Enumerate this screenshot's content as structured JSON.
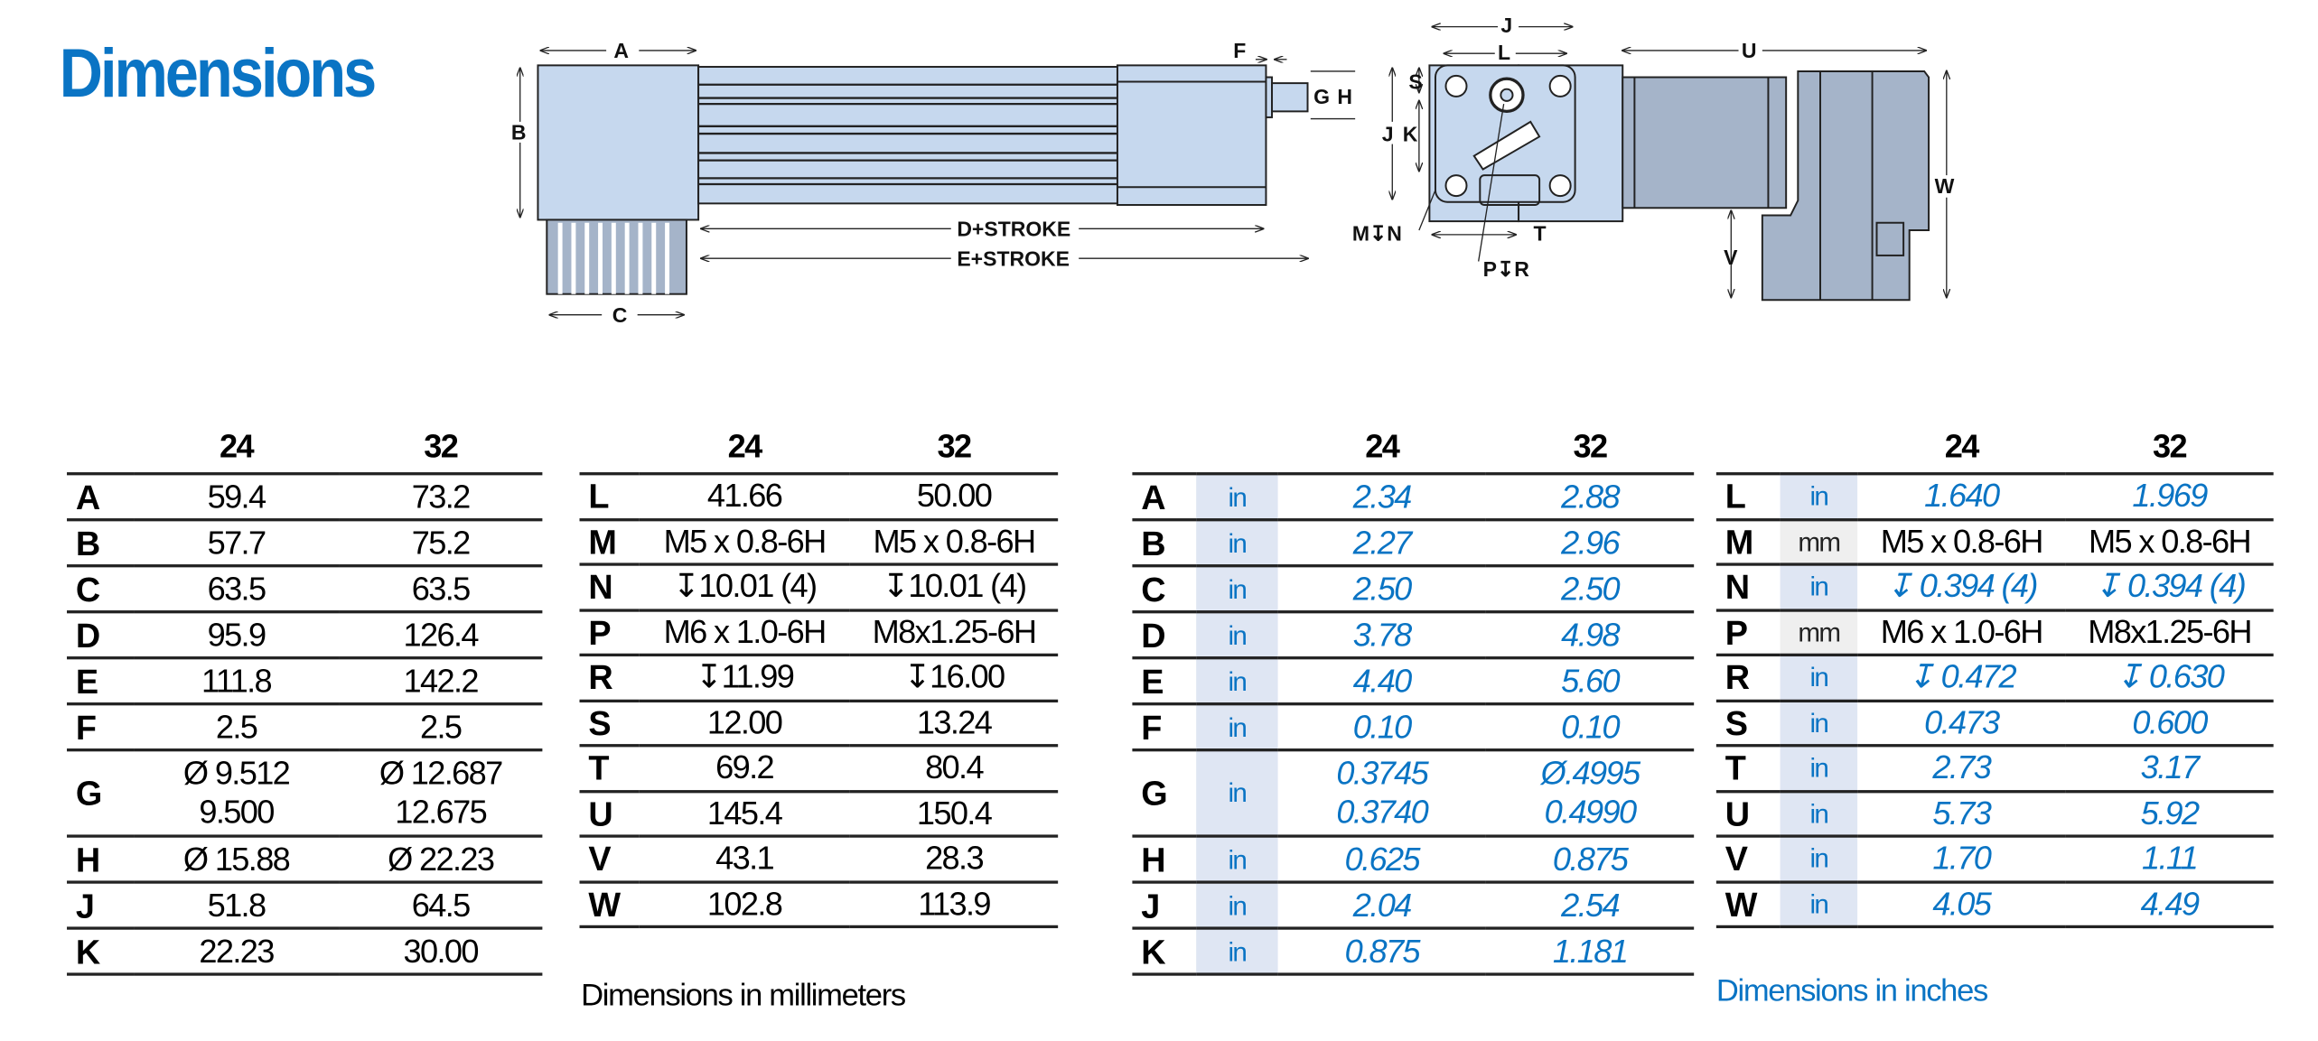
{
  "title": "Dimensions",
  "colors": {
    "accent": "#0a74c4",
    "unit_column": "#dfe6f3",
    "part_fill": "#c6d8ee",
    "motor_fill": "#a5b4c9"
  },
  "diagram": {
    "labels": {
      "A": "A",
      "B": "B",
      "C": "C",
      "F": "F",
      "G": "G",
      "H": "H",
      "D_stroke": "D+STROKE",
      "E_stroke": "E+STROKE",
      "J_top": "J",
      "L": "L",
      "S": "S",
      "J_side": "J",
      "K": "K",
      "M_N": "M↧N",
      "T": "T",
      "P_R": "P↧R",
      "U": "U",
      "V": "V",
      "W": "W"
    }
  },
  "tables": [
    {
      "headers": [
        "24",
        "32"
      ],
      "rows": [
        {
          "label": "A",
          "v24": "59.4",
          "v32": "73.2"
        },
        {
          "label": "B",
          "v24": "57.7",
          "v32": "75.2"
        },
        {
          "label": "C",
          "v24": "63.5",
          "v32": "63.5"
        },
        {
          "label": "D",
          "v24": "95.9",
          "v32": "126.4"
        },
        {
          "label": "E",
          "v24": "111.8",
          "v32": "142.2"
        },
        {
          "label": "F",
          "v24": "2.5",
          "v32": "2.5"
        },
        {
          "label": "G",
          "v24": "Ø 9.512",
          "v24b": "9.500",
          "v32": "Ø 12.687",
          "v32b": "12.675"
        },
        {
          "label": "H",
          "v24": "Ø 15.88",
          "v32": "Ø 22.23"
        },
        {
          "label": "J",
          "v24": "51.8",
          "v32": "64.5"
        },
        {
          "label": "K",
          "v24": "22.23",
          "v32": "30.00"
        }
      ]
    },
    {
      "headers": [
        "24",
        "32"
      ],
      "rows": [
        {
          "label": "L",
          "v24": "41.66",
          "v32": "50.00"
        },
        {
          "label": "M",
          "v24": "M5 x 0.8-6H",
          "v32": "M5 x 0.8-6H"
        },
        {
          "label": "N",
          "v24": "↧10.01 (4)",
          "v32": "↧10.01 (4)"
        },
        {
          "label": "P",
          "v24": "M6 x 1.0-6H",
          "v32": "M8x1.25-6H"
        },
        {
          "label": "R",
          "v24": "↧11.99",
          "v32": "↧16.00"
        },
        {
          "label": "S",
          "v24": "12.00",
          "v32": "13.24"
        },
        {
          "label": "T",
          "v24": "69.2",
          "v32": "80.4"
        },
        {
          "label": "U",
          "v24": "145.4",
          "v32": "150.4"
        },
        {
          "label": "V",
          "v24": "43.1",
          "v32": "28.3"
        },
        {
          "label": "W",
          "v24": "102.8",
          "v32": "113.9"
        }
      ],
      "note": "Dimensions in millimeters"
    },
    {
      "headers": [
        "24",
        "32"
      ],
      "rows": [
        {
          "label": "A",
          "unit": "in",
          "v24": "2.34",
          "v32": "2.88"
        },
        {
          "label": "B",
          "unit": "in",
          "v24": "2.27",
          "v32": "2.96"
        },
        {
          "label": "C",
          "unit": "in",
          "v24": "2.50",
          "v32": "2.50"
        },
        {
          "label": "D",
          "unit": "in",
          "v24": "3.78",
          "v32": "4.98"
        },
        {
          "label": "E",
          "unit": "in",
          "v24": "4.40",
          "v32": "5.60"
        },
        {
          "label": "F",
          "unit": "in",
          "v24": "0.10",
          "v32": "0.10"
        },
        {
          "label": "G",
          "unit": "in",
          "v24": "0.3745",
          "v24b": "0.3740",
          "v32": "Ø.4995",
          "v32b": "0.4990"
        },
        {
          "label": "H",
          "unit": "in",
          "v24": "0.625",
          "v32": "0.875"
        },
        {
          "label": "J",
          "unit": "in",
          "v24": "2.04",
          "v32": "2.54"
        },
        {
          "label": "K",
          "unit": "in",
          "v24": "0.875",
          "v32": "1.181"
        }
      ]
    },
    {
      "headers": [
        "24",
        "32"
      ],
      "rows": [
        {
          "label": "L",
          "unit": "in",
          "v24": "1.640",
          "v32": "1.969"
        },
        {
          "label": "M",
          "unit": "mm",
          "v24": "M5 x 0.8-6H",
          "v32": "M5 x 0.8-6H"
        },
        {
          "label": "N",
          "unit": "in",
          "v24": "↧ 0.394 (4)",
          "v32": "↧ 0.394 (4)"
        },
        {
          "label": "P",
          "unit": "mm",
          "v24": "M6 x 1.0-6H",
          "v32": "M8x1.25-6H"
        },
        {
          "label": "R",
          "unit": "in",
          "v24": "↧ 0.472",
          "v32": "↧ 0.630"
        },
        {
          "label": "S",
          "unit": "in",
          "v24": "0.473",
          "v32": "0.600"
        },
        {
          "label": "T",
          "unit": "in",
          "v24": "2.73",
          "v32": "3.17"
        },
        {
          "label": "U",
          "unit": "in",
          "v24": "5.73",
          "v32": "5.92"
        },
        {
          "label": "V",
          "unit": "in",
          "v24": "1.70",
          "v32": "1.11"
        },
        {
          "label": "W",
          "unit": "in",
          "v24": "4.05",
          "v32": "4.49"
        }
      ],
      "note": "Dimensions in inches"
    }
  ]
}
